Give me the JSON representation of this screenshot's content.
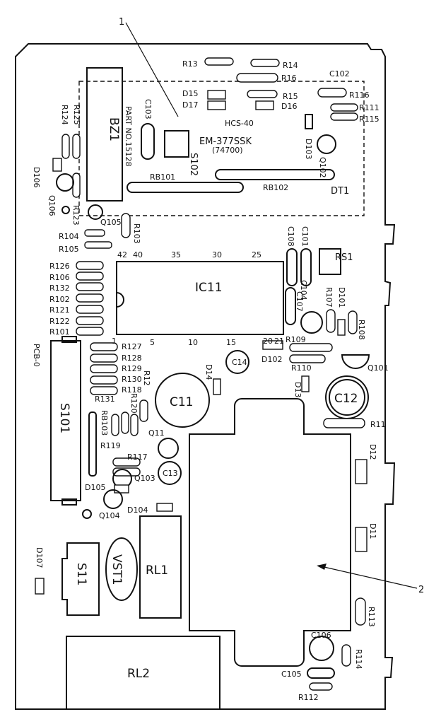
{
  "callouts": {
    "one": "1",
    "two": "2"
  },
  "module": {
    "part_no": "PART NO.15128",
    "chip": "EM-377SSK",
    "chip_sub": "(74700)",
    "hcs": "HCS-40",
    "s102": "S102",
    "dt1": "DT1",
    "bz1": "BZ1",
    "c103": "C103",
    "rb101": "RB101",
    "rb102": "RB102",
    "c102": "C102"
  },
  "ic": {
    "name": "IC11",
    "pins_top": [
      "42",
      "40",
      "35",
      "30",
      "25"
    ],
    "pins_bottom": [
      "1",
      "5",
      "10",
      "15",
      "20",
      "21"
    ]
  },
  "board_marks": {
    "pcb": "PCB-0",
    "rl1": "RL1",
    "rl2": "RL2",
    "s11": "S11",
    "vst1": "VST1",
    "s101": "S101",
    "rs1": "RS1",
    "c11": "C11",
    "c12": "C12",
    "c13": "C13",
    "c14": "C14",
    "c106": "C106",
    "c105": "C105",
    "c108": "C108",
    "c101": "C101",
    "c104": "C104",
    "c107": "C107",
    "rb103": "RB103"
  },
  "labels": {
    "r13": "R13",
    "r14": "R14",
    "r16": "R16",
    "r15": "R15",
    "r116": "R116",
    "r111": "R111",
    "r115": "R115",
    "d15": "D15",
    "d17": "D17",
    "d16": "D16",
    "d103": "D103",
    "q102": "Q102",
    "r124": "R124",
    "r125": "R125",
    "d106": "D106",
    "q106": "Q106",
    "r123": "R123",
    "r103": "R103",
    "q105": "Q105",
    "r104": "R104",
    "r105": "R105",
    "r126": "R126",
    "r106": "R106",
    "r132": "R132",
    "r102": "R102",
    "r121": "R121",
    "r122": "R122",
    "r101": "R101",
    "r107": "R107",
    "d101": "D101",
    "r108": "R108",
    "r109": "R109",
    "d102": "D102",
    "r110": "R110",
    "q101": "Q101",
    "d13": "D13",
    "d14": "D14",
    "r11": "R11",
    "r127": "R127",
    "r128": "R128",
    "r129": "R129",
    "r130": "R130",
    "r131": "R131",
    "r118": "R118",
    "r120": "R120",
    "r12": "R12",
    "q11": "Q11",
    "r119": "R119",
    "r117": "R117",
    "q103": "Q103",
    "d105": "D105",
    "q104": "Q104",
    "d104": "D104",
    "d107": "D107",
    "d12": "D12",
    "d11": "D11",
    "r113": "R113",
    "r114": "R114",
    "r112": "R112"
  }
}
